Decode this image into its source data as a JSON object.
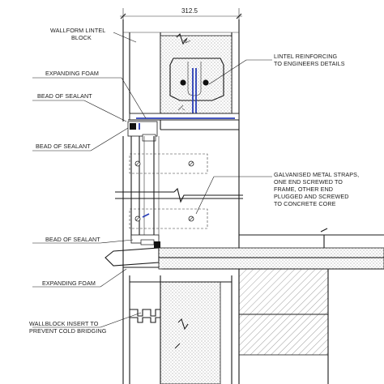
{
  "drawing": {
    "dimension": "312.5",
    "labels": {
      "wallform_lintel": [
        "WALLFORM LINTEL",
        "BLOCK"
      ],
      "expanding_foam_top": "EXPANDING FOAM",
      "bead_of_sealant_1": "BEAD OF SEALANT",
      "bead_of_sealant_2": "BEAD OF SEALANT",
      "lintel_reinforcing": [
        "LINTEL REINFORCING",
        "TO ENGINEERS DETAILS"
      ],
      "galvanised_straps": [
        "GALVANISED METAL STRAPS,",
        "ONE END SCREWED TO",
        "FRAME, OTHER END",
        "PLUGGED AND SCREWED",
        "TO CONCRETE CORE"
      ],
      "bead_of_sealant_3": "BEAD OF SEALANT",
      "expanding_foam_bottom": "EXPANDING FOAM",
      "wallblock_insert": [
        "WALLBLOCK INSERT TO",
        "PREVENT COLD BRIDGING"
      ]
    },
    "colors": {
      "line": "#1a1a1a",
      "fixing": "#2b3fb8",
      "background": "#ffffff"
    }
  }
}
